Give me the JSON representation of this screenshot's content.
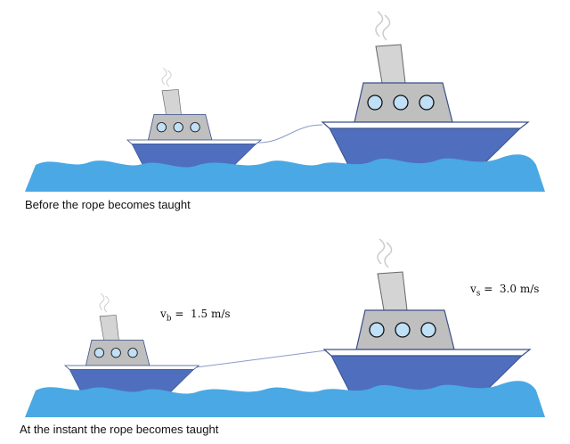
{
  "panels": [
    {
      "caption": "Before the rope becomes taught"
    },
    {
      "caption": "At the instant the rope becomes taught",
      "boat_velocity": {
        "symbol": "v",
        "subscript": "b",
        "value": "=  1.5 m/s"
      },
      "ship_velocity": {
        "symbol": "v",
        "subscript": "s",
        "value": "=  3.0 m/s"
      }
    }
  ],
  "colors": {
    "water": "#4aa8e4",
    "hull": "#4f6fbe",
    "cabin": "#bfbfbf",
    "funnel": "#d4d4d4",
    "porthole": "#bfe0f7"
  }
}
